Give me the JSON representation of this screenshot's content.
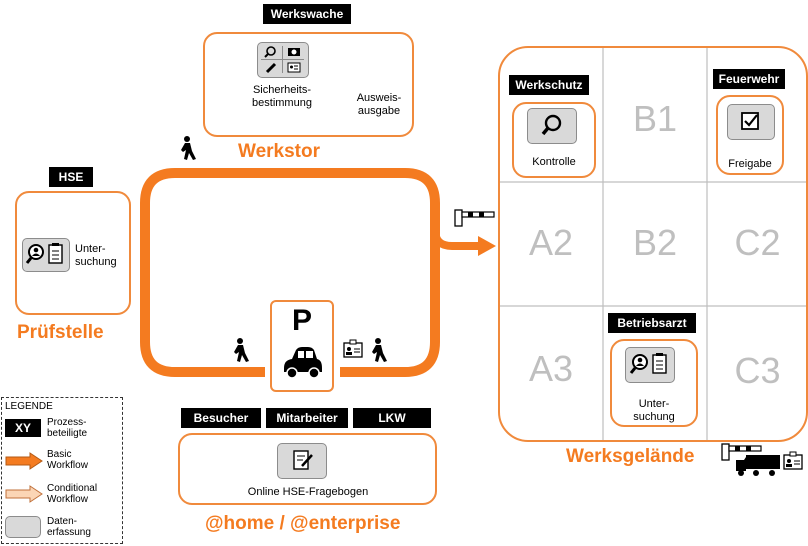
{
  "roles": {
    "werkswache": "Werkswache",
    "hse": "HSE",
    "werkschutz": "Werkschutz",
    "feuerwehr": "Feuerwehr",
    "betriebsarzt": "Betriebsarzt",
    "besucher": "Besucher",
    "mitarbeiter": "Mitarbeiter",
    "lkw": "LKW"
  },
  "locations": {
    "werkstor": "Werkstor",
    "pruefstelle": "Prüfstelle",
    "werksgelaende": "Werksgelände",
    "home": "@home / @enterprise",
    "parking": "P"
  },
  "steps": {
    "sicherheit": "Sicherheits-\nbestimmung",
    "ausweis": "Ausweis-\nausgabe",
    "untersuchung_hse": "Unter-\nsuchung",
    "kontrolle": "Kontrolle",
    "freigabe": "Freigabe",
    "untersuchung_arzt": "Unter-\nsuchung",
    "fragebogen": "Online HSE-Fragebogen"
  },
  "grid": {
    "b1": "B1",
    "a2": "A2",
    "b2": "B2",
    "c2": "C2",
    "a3": "A3",
    "c3": "C3"
  },
  "legend": {
    "title": "LEGENDE",
    "xy": "XY",
    "prozess": "Prozess-\nbeteiligte",
    "basic": "Basic\nWorkflow",
    "conditional": "Conditional\nWorkflow",
    "daten": "Daten-\nerfassung"
  },
  "colors": {
    "workflow": "#f47b20",
    "conditional": "#fbd5b5",
    "box_border": "#f08a3c",
    "icon_fill": "#d9d9d9",
    "grid_text": "#bfbfbf"
  }
}
